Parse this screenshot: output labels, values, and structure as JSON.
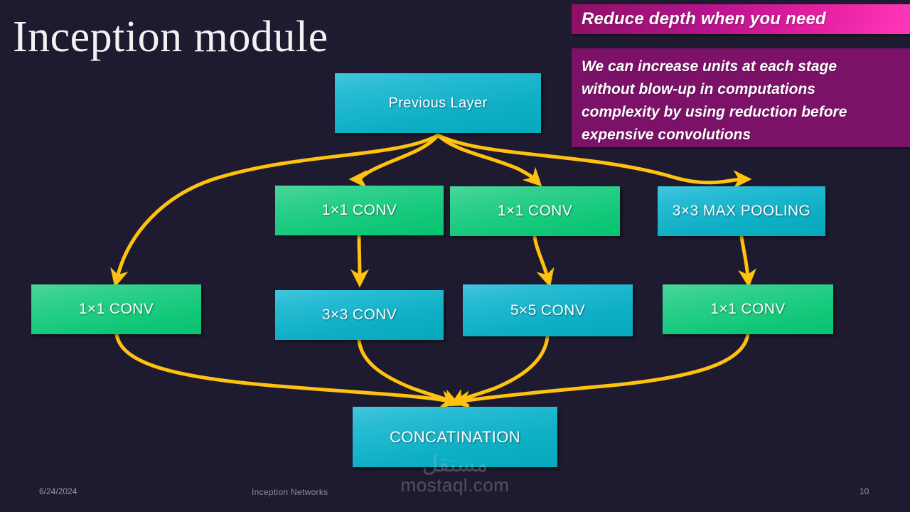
{
  "slide": {
    "title": "Inception module",
    "background_color": "#1e1b31",
    "accent_arrow_color": "#FFC20E"
  },
  "callout": {
    "header": "Reduce depth when you need",
    "header_gradient_from": "#8e1064",
    "header_gradient_to": "#ff38b8",
    "body_color": "#7b1268",
    "body_lines": [
      "We can increase units at each stage",
      "without blow-up in computations",
      "complexity by using reduction before",
      "expensive convolutions"
    ]
  },
  "diagram": {
    "input_node": {
      "label": "Previous Layer",
      "style": "teal"
    },
    "row_reduction": [
      {
        "label": "1×1 CONV",
        "style": "green"
      },
      {
        "label": "1×1 CONV",
        "style": "green"
      },
      {
        "label": "3×3 MAX POOLING",
        "style": "teal"
      }
    ],
    "row_main": [
      {
        "label": "1×1 CONV",
        "style": "green"
      },
      {
        "label": "3×3 CONV",
        "style": "teal"
      },
      {
        "label": "5×5 CONV",
        "style": "teal"
      },
      {
        "label": "1×1 CONV",
        "style": "green"
      }
    ],
    "output_node": {
      "label": "CONCATINATION",
      "style": "teal"
    }
  },
  "watermark": {
    "arabic": "مستقل",
    "latin": "mostaql.com"
  },
  "footer": {
    "date": "6/24/2024",
    "center": "Inception Networks",
    "page_number": "10"
  }
}
